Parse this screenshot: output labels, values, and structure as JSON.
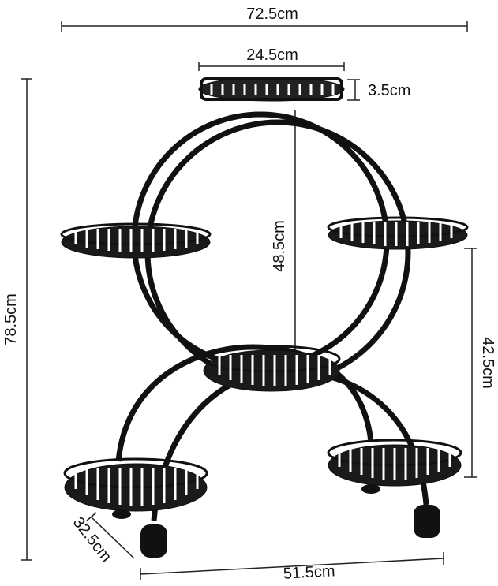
{
  "product": {
    "description_visible": false
  },
  "dimensions": {
    "overall_width": "72.5cm",
    "top_tray_diameter": "24.5cm",
    "tray_depth": "3.5cm",
    "inner_height": "48.5cm",
    "overall_height": "78.5cm",
    "side_height": "42.5cm",
    "base_depth": "32.5cm",
    "base_width": "51.5cm"
  },
  "colors": {
    "frame": "#111111",
    "background": "#ffffff",
    "dimension_line": "#222222"
  }
}
